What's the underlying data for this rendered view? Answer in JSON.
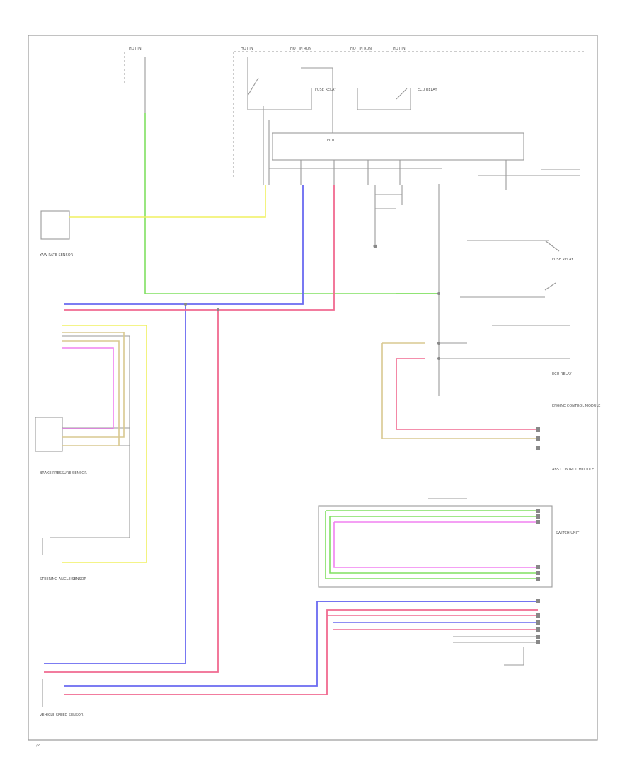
{
  "colors": {
    "green": "#80e060",
    "yellow": "#f0f060",
    "blue": "#6a6af0",
    "pink": "#f06a90",
    "magenta": "#f080f0",
    "wire_gray": "#9a9a9a",
    "tan": "#d8c890"
  },
  "labels": {
    "top_a": "HOT IN",
    "top_b": "HOT IN",
    "top_c": "HOT IN RUN",
    "top_d": "HOT IN RUN",
    "top_e": "HOT IN",
    "main_unit": "ECU",
    "sensor_left_top": "YAW RATE SENSOR",
    "sensor_left_mid": "BRAKE PRESSURE SENSOR",
    "sensor_left_bottom": "STEERING ANGLE SENSOR",
    "relay_right_a": "FUSE RELAY",
    "relay_right_b": "ECU RELAY",
    "module_right_a": "ENGINE CONTROL MODULE",
    "module_right_b": "ABS CONTROL MODULE",
    "module_right_c": "SWITCH UNIT",
    "module_bottom_left": "VEHICLE SPEED SENSOR",
    "page_ref": "1/2"
  }
}
